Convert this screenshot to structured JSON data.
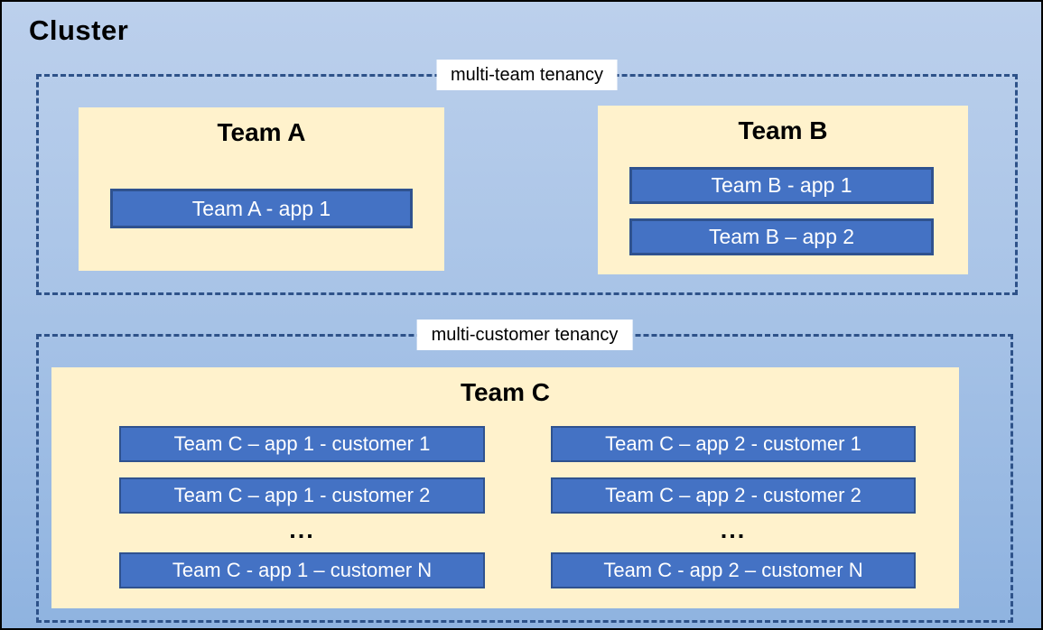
{
  "cluster": {
    "title": "Cluster"
  },
  "sections": {
    "multi_team": {
      "label": "multi-team tenancy"
    },
    "multi_customer": {
      "label": "multi-customer tenancy"
    }
  },
  "teams": {
    "team_a": {
      "title": "Team A",
      "apps": [
        "Team A - app 1"
      ]
    },
    "team_b": {
      "title": "Team B",
      "apps": [
        "Team B - app 1",
        "Team B – app 2"
      ]
    },
    "team_c": {
      "title": "Team C",
      "columns": [
        {
          "rows": [
            "Team C – app 1 - customer 1",
            "Team C – app 1 - customer 2"
          ],
          "ellipsis": "...",
          "last_row": "Team C - app 1 – customer N"
        },
        {
          "rows": [
            "Team C – app 2 - customer 1",
            "Team C – app 2 - customer 2"
          ],
          "ellipsis": "...",
          "last_row": "Team C - app 2 – customer N"
        }
      ]
    }
  },
  "colors": {
    "app_fill": "#4472C4",
    "app_border": "#2F528F",
    "team_fill": "#FFF2CC",
    "dash_border": "#2E5289",
    "background_top": "#BCD0EC",
    "background_bottom": "#8FB3E0",
    "label_background": "#FFFFFF",
    "text_dark": "#000000",
    "text_light": "#FFFFFF"
  }
}
